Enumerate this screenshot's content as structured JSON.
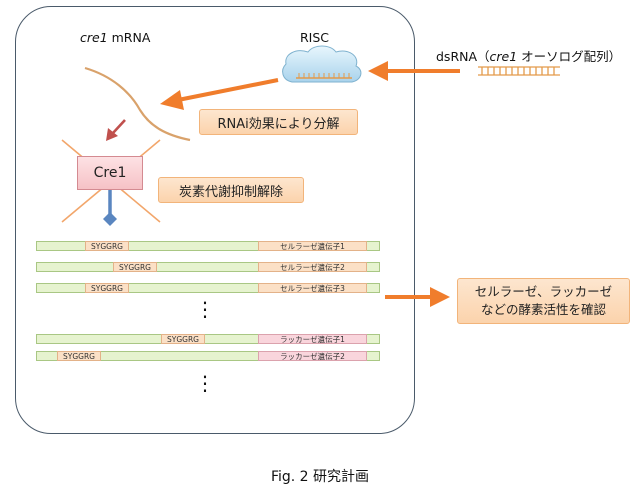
{
  "cre1_mrna_italic": "cre1",
  "cre1_mrna_rest": " mRNA",
  "risc_label": "RISC",
  "dsrna_prefix": "dsRNA（",
  "dsrna_italic": "cre1",
  "dsrna_suffix": " オーソログ配列）",
  "rnai_label": "RNAi効果により分解",
  "cre1_protein": "Cre1",
  "derepression_label": "炭素代謝抑制解除",
  "genes": [
    {
      "motif": "SYGGRG",
      "name": "セルラーゼ遺伝子1"
    },
    {
      "motif": "SYGGRG",
      "name": "セルラーゼ遺伝子2"
    },
    {
      "motif": "SYGGRG",
      "name": "セルラーゼ遺伝子3"
    },
    {
      "motif": "SYGGRG",
      "name": "ラッカーゼ遺伝子1"
    },
    {
      "motif": "SYGGRG",
      "name": "ラッカーゼ遺伝子2"
    }
  ],
  "ellipsis": "⋮",
  "enzyme_line1": "セルラーゼ、ラッカーゼ",
  "enzyme_line2": "などの酵素活性を確認",
  "caption": "Fig. 2 研究計画",
  "colors": {
    "arrow": "#f07d2c",
    "frame": "#4a5a6a",
    "risc": "#cfe9f7",
    "mrna": "#d9a26b",
    "repressor": "#5a86c0"
  }
}
